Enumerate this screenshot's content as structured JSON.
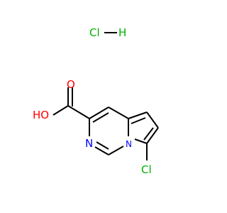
{
  "molecule": {
    "salt": {
      "left": "Cl",
      "right": "H"
    },
    "atoms": {
      "hydroxyl": "HO",
      "carbonyl_oxygen": "O",
      "ring_nitrogen": "N",
      "bridgehead_nitrogen": "N",
      "chlorine": "Cl"
    }
  },
  "colors": {
    "bond": "#000000",
    "oxygen": "#ff0000",
    "nitrogen": "#0000ff",
    "chlorine": "#00b000"
  }
}
